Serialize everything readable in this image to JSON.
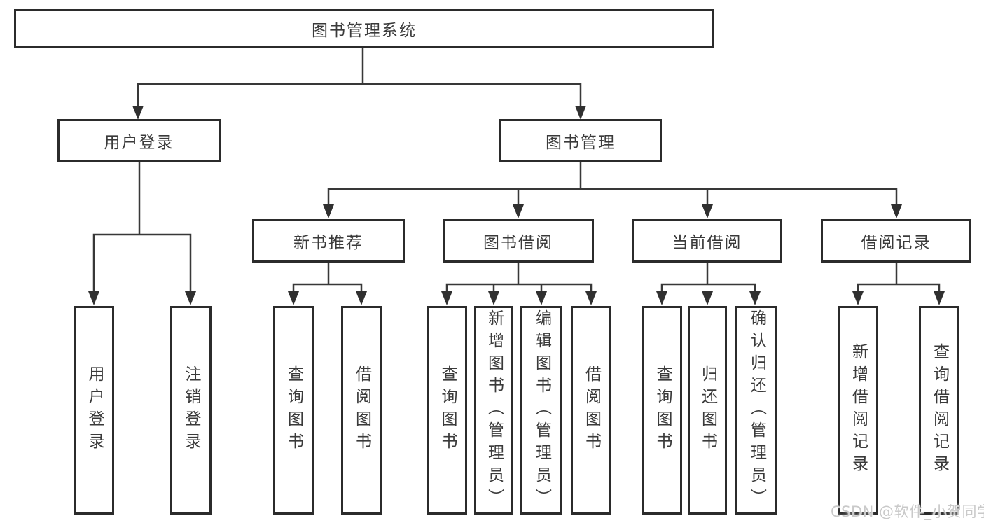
{
  "diagram": {
    "root": {
      "label": "图书管理系统"
    },
    "branches": [
      {
        "label": "用户登录",
        "children": [
          {
            "label": "用户登录"
          },
          {
            "label": "注销登录"
          }
        ]
      },
      {
        "label": "图书管理",
        "children": [
          {
            "label": "新书推荐",
            "children": [
              {
                "label": "查询图书"
              },
              {
                "label": "借阅图书"
              }
            ]
          },
          {
            "label": "图书借阅",
            "children": [
              {
                "label": "查询图书"
              },
              {
                "label": "新增图书（管理员）"
              },
              {
                "label": "编辑图书（管理员）"
              },
              {
                "label": "借阅图书"
              }
            ]
          },
          {
            "label": "当前借阅",
            "children": [
              {
                "label": "查询图书"
              },
              {
                "label": "归还图书"
              },
              {
                "label": "确认归还（管理员）"
              }
            ]
          },
          {
            "label": "借阅记录",
            "children": [
              {
                "label": "新增借阅记录"
              },
              {
                "label": "查询借阅记录"
              }
            ]
          }
        ]
      }
    ],
    "watermark": "CSDN @软件_小贺同学",
    "colors": {
      "line": "#383838",
      "border": "#2b2b2b",
      "text": "#3a3a3a",
      "watermark": "#c9c9c9"
    }
  }
}
